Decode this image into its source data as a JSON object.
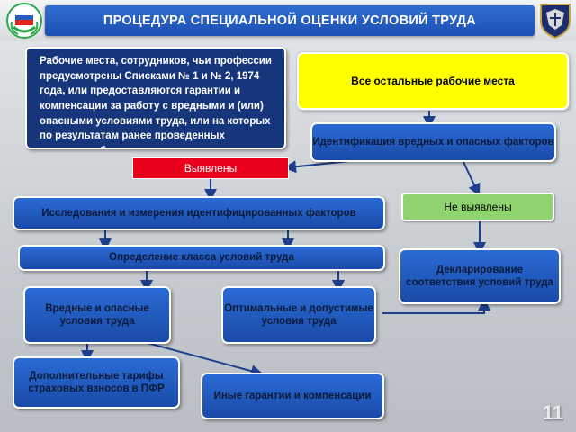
{
  "header": {
    "title": "ПРОЦЕДУРА СПЕЦИАЛЬНОЙ ОЦЕНКИ УСЛОВИЙ ТРУДА"
  },
  "colors": {
    "title_bar": "#1f55b8",
    "box_blue": "#1f58be",
    "box_navy": "#16357a",
    "yellow": "#ffff00",
    "red": "#e8001c",
    "green": "#8ed36d"
  },
  "boxes": {
    "listed_workplaces": "Рабочие места, сотрудников, чьи профессии предусмотрены Списками № 1 и № 2, 1974 года, или предоставляются гарантии и компенсации за работу с вредными и (или) опасными условиями труда, или на которых по результатам ранее проведенных аттестации были установлены вредные и (или) опасные условия труда",
    "other_workplaces": "Все остальные рабочие места",
    "identification": "Идентификация вредных и опасных факторов",
    "found": "Выявлены",
    "not_found": "Не выявлены",
    "research": "Исследования и измерения идентифицированных факторов",
    "class_determination": "Определение класса условий труда",
    "declaration": "Декларирование соответствия условий труда",
    "harmful": "Вредные и опасные условия труда",
    "acceptable": "Оптимальные и допустимые условия труда",
    "pension_tariffs": "Дополнительные тарифы страховых взносов в ПФР",
    "other_benefits": "Иные гарантии и компенсации"
  },
  "page_number": "11",
  "icons": [
    "emblem-logo-icon",
    "shield-logo-icon"
  ]
}
